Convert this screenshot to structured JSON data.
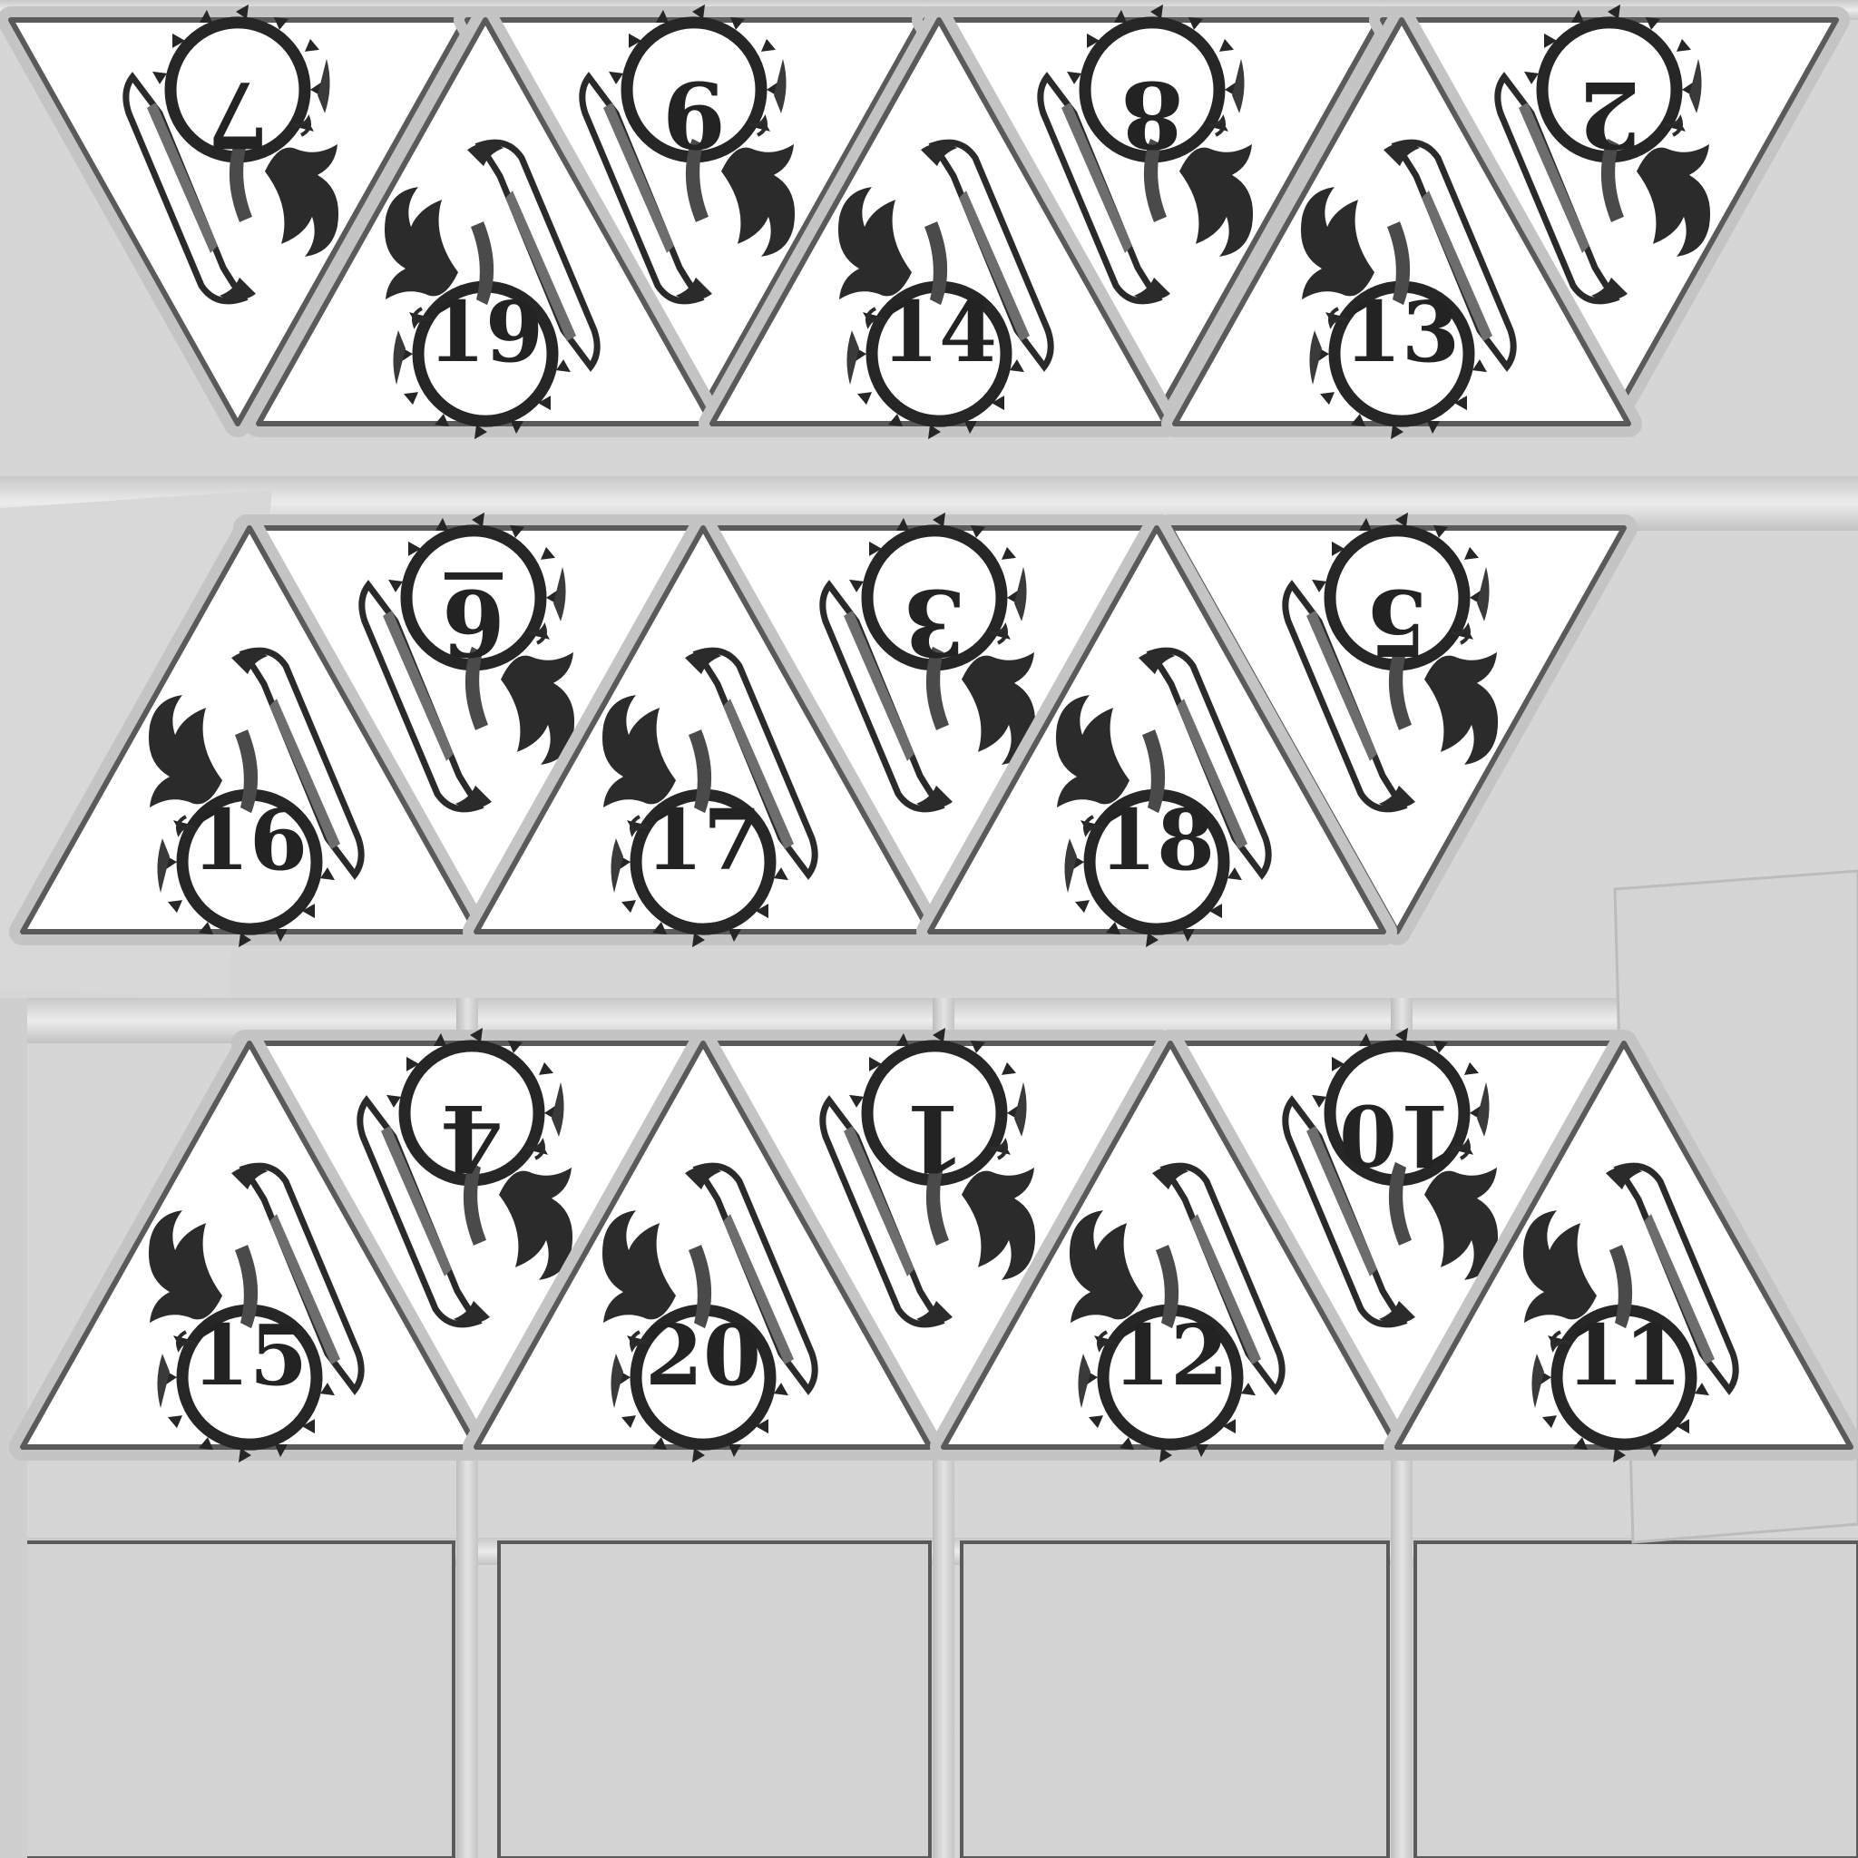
{
  "texture": {
    "background": "#d6d6d6",
    "face_fill": "#ffffff",
    "edge_color": "#5a5a5a",
    "ink_color": "#232323",
    "bevel_color": "#cfcfcf"
  },
  "faces": [
    {
      "id": "face-7",
      "number": "7",
      "orientation": "down",
      "emblem": "dragon-emblem-icon"
    },
    {
      "id": "face-9",
      "number": "9",
      "orientation": "down",
      "emblem": "dragon-emblem-icon"
    },
    {
      "id": "face-8",
      "number": "8",
      "orientation": "down",
      "emblem": "dragon-emblem-icon"
    },
    {
      "id": "face-2",
      "number": "2",
      "orientation": "down",
      "emblem": "dragon-emblem-icon"
    },
    {
      "id": "face-19",
      "number": "19",
      "orientation": "up",
      "emblem": "dragon-emblem-icon"
    },
    {
      "id": "face-14",
      "number": "14",
      "orientation": "up",
      "emblem": "dragon-emblem-icon"
    },
    {
      "id": "face-13",
      "number": "13",
      "orientation": "up",
      "emblem": "dragon-emblem-icon"
    },
    {
      "id": "face-6",
      "number": "6",
      "orientation": "down",
      "emblem": "dragon-emblem-icon",
      "underline": true
    },
    {
      "id": "face-3",
      "number": "3",
      "orientation": "down",
      "emblem": "dragon-emblem-icon"
    },
    {
      "id": "face-5",
      "number": "5",
      "orientation": "down",
      "emblem": "dragon-emblem-icon"
    },
    {
      "id": "face-16",
      "number": "16",
      "orientation": "up",
      "emblem": "dragon-emblem-icon"
    },
    {
      "id": "face-17",
      "number": "17",
      "orientation": "up",
      "emblem": "dragon-emblem-icon"
    },
    {
      "id": "face-18",
      "number": "18",
      "orientation": "up",
      "emblem": "dragon-emblem-icon"
    },
    {
      "id": "face-4",
      "number": "4",
      "orientation": "down",
      "emblem": "dragon-emblem-icon"
    },
    {
      "id": "face-1",
      "number": "1",
      "orientation": "down",
      "emblem": "dragon-emblem-icon"
    },
    {
      "id": "face-10",
      "number": "10",
      "orientation": "down",
      "emblem": "dragon-emblem-icon"
    },
    {
      "id": "face-15",
      "number": "15",
      "orientation": "up",
      "emblem": "dragon-emblem-icon"
    },
    {
      "id": "face-20",
      "number": "20",
      "orientation": "up",
      "emblem": "dragon-emblem-icon"
    },
    {
      "id": "face-12",
      "number": "12",
      "orientation": "up",
      "emblem": "dragon-emblem-icon"
    },
    {
      "id": "face-11",
      "number": "11",
      "orientation": "up",
      "emblem": "dragon-emblem-icon"
    }
  ]
}
